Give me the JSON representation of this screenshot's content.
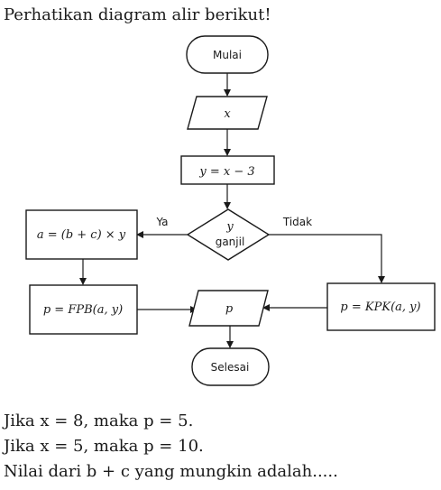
{
  "question": {
    "intro": "Perhatikan diagram alir berikut!",
    "lines": [
      "Jika x = 8, maka p = 5.",
      "Jika x = 5, maka p = 10.",
      "Nilai dari b + c yang mungkin adalah....."
    ]
  },
  "flowchart": {
    "start": "Mulai",
    "input": "x",
    "process": "y = x − 3",
    "decision": {
      "line1": "y",
      "line2": "ganjil"
    },
    "yes_label": "Ya",
    "no_label": "Tidak",
    "yes_process": "a = (b + c) × y",
    "yes_result": "p = FPB(a, y)",
    "no_result": "p = KPK(a, y)",
    "output": "p",
    "end": "Selesai"
  }
}
